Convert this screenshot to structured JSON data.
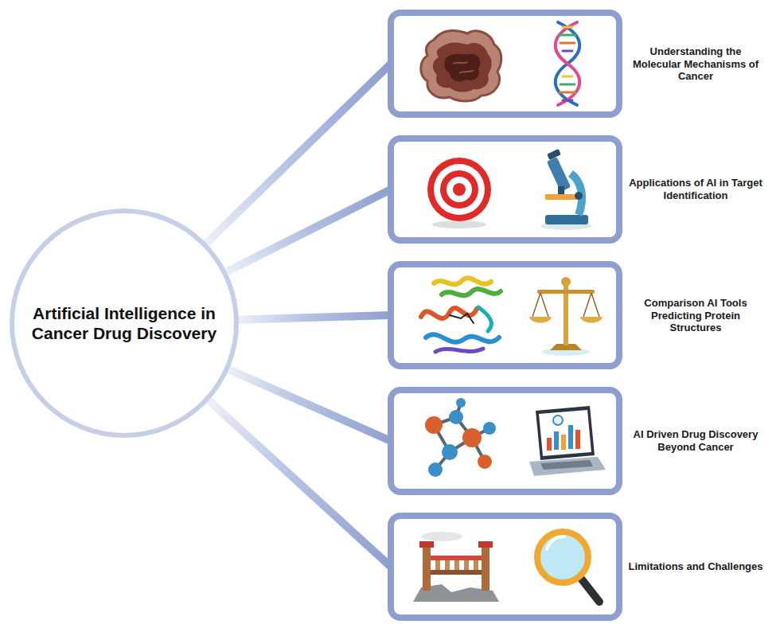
{
  "diagram": {
    "nodes": [
      {
        "text": [
          "Artificial Intelligence in Cancer Drug Discovery"
        ]
      },
      {
        "text": [
          "Understanding the Molecular Mechanisms of Cancer"
        ]
      },
      {
        "text": [
          "Applications of AI in Target Identification"
        ]
      },
      {
        "text": [
          "Comparison AI Tools Predicting Protein Structures"
        ]
      },
      {
        "text": [
          "AI Driven Drug Discovery Beyond Cancer"
        ]
      },
      {
        "text": [
          "Limitations and Challenges"
        ]
      }
    ],
    "edges": [
      {
        "from": 0,
        "to": 1,
        "arrow": "none"
      },
      {
        "from": 0,
        "to": 2,
        "arrow": "none"
      },
      {
        "from": 0,
        "to": 3,
        "arrow": "none"
      },
      {
        "from": 0,
        "to": 4,
        "arrow": "none"
      },
      {
        "from": 0,
        "to": 5,
        "arrow": "none"
      }
    ]
  }
}
